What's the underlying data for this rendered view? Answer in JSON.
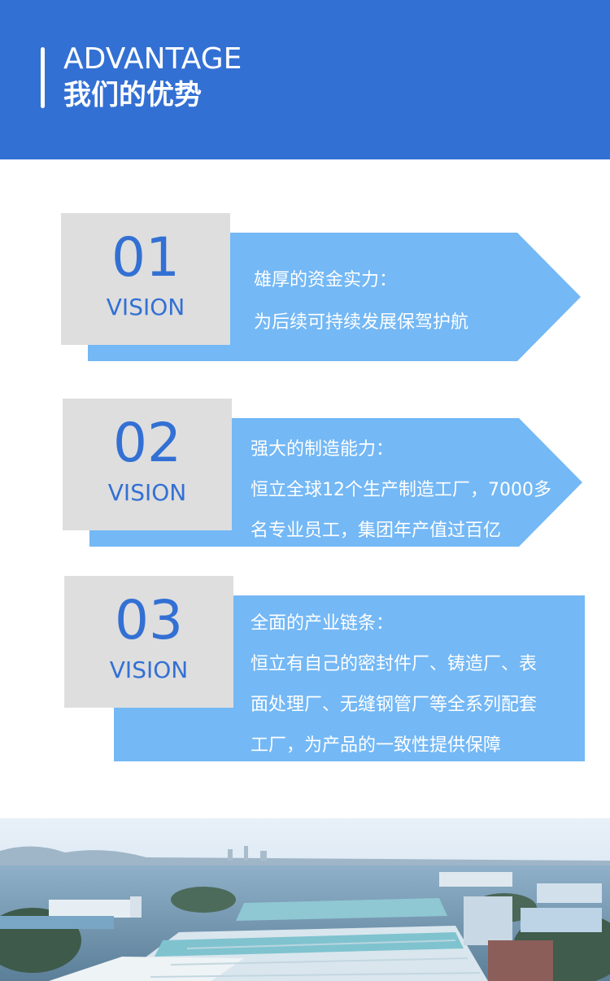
{
  "header": {
    "title_en": "ADVANTAGE",
    "title_cn": "我们的优势"
  },
  "items": [
    {
      "number": "01",
      "label": "VISION",
      "heading": "雄厚的资金实力：",
      "lines": [
        "为后续可持续发展保驾护航"
      ]
    },
    {
      "number": "02",
      "label": "VISION",
      "heading": "强大的制造能力：",
      "lines": [
        "恒立全球12个生产制造工厂，7000多",
        "名专业员工，集团年产值过百亿"
      ]
    },
    {
      "number": "03",
      "label": "VISION",
      "heading": "全面的产业链条：",
      "lines": [
        "恒立有自己的密封件厂、铸造厂、表",
        "面处理厂、无缝钢管厂等全系列配套",
        "工厂，为产品的一致性提供保障"
      ]
    }
  ],
  "colors": {
    "brand_blue": "#3370d4",
    "light_blue": "#74b8f5",
    "number_box": "#dedede"
  }
}
